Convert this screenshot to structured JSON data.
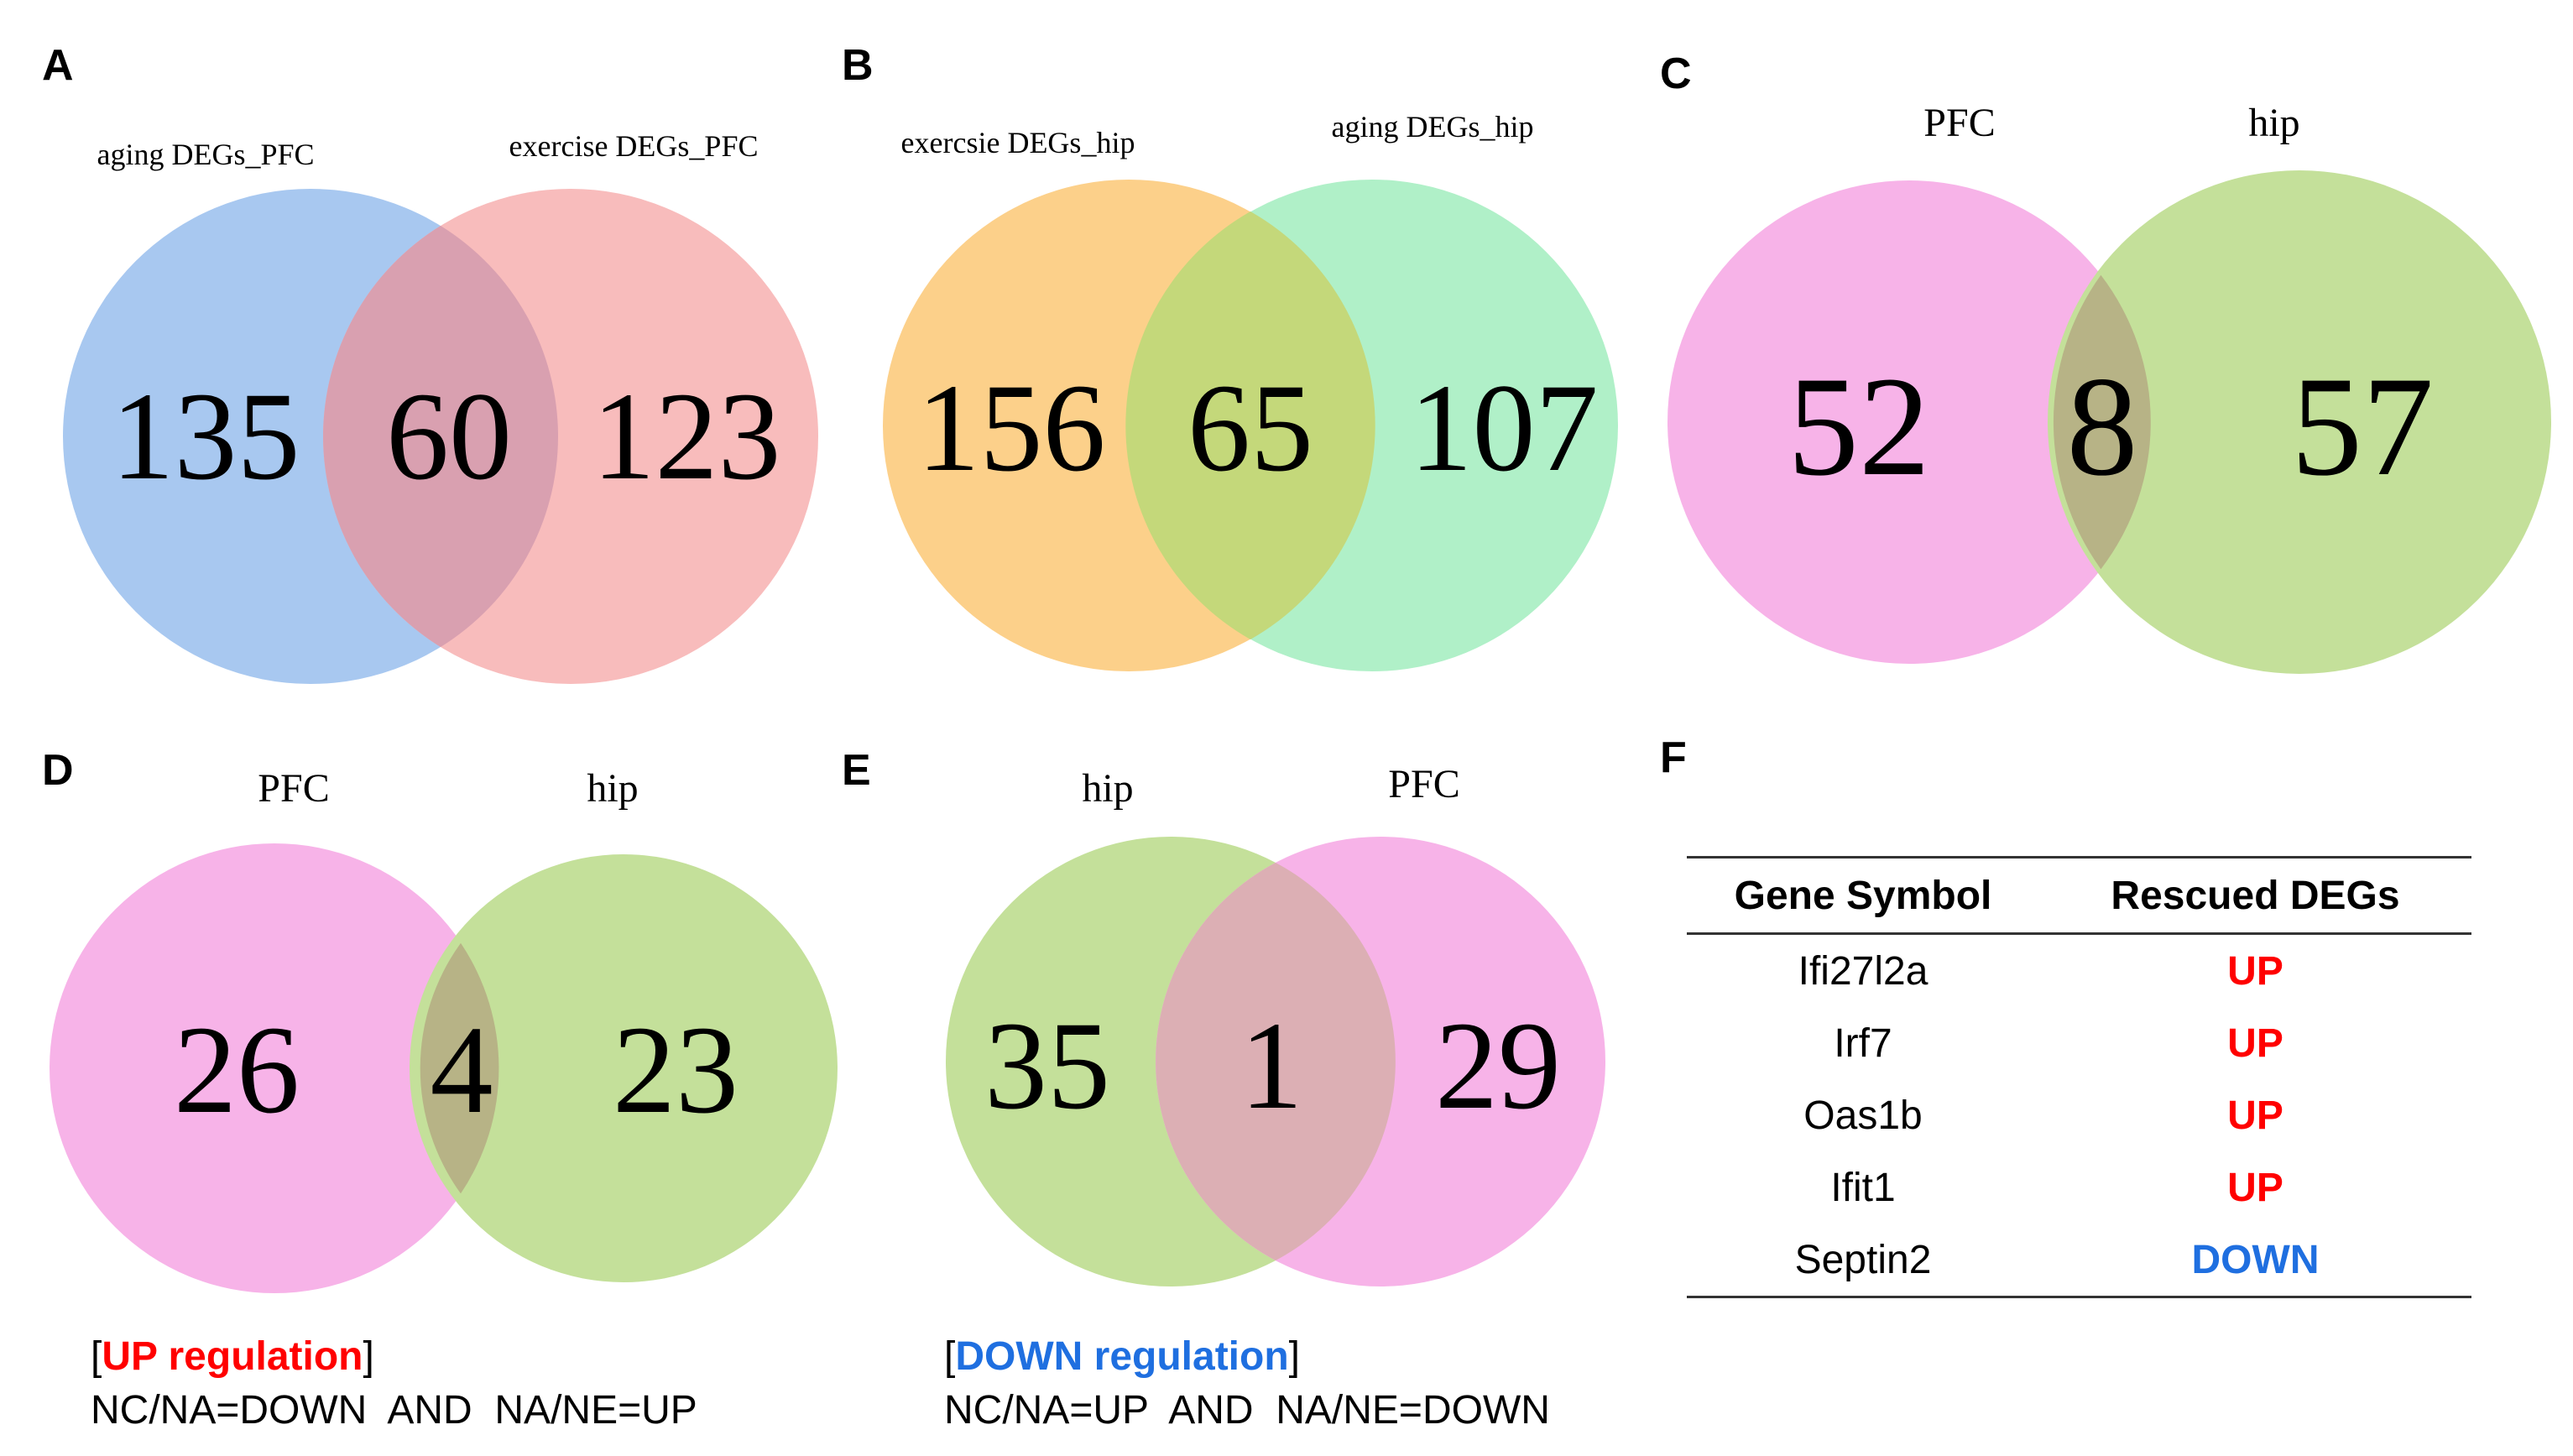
{
  "panels": {
    "A": {
      "letter": "A",
      "left_label": "aging DEGs_PFC",
      "right_label": "exercise DEGs_PFC",
      "left_only": "135",
      "overlap": "60",
      "right_only": "123",
      "colors": {
        "left": "#a8c8f0",
        "right": "#f8bcbc",
        "overlap": "#d9a0b0"
      }
    },
    "B": {
      "letter": "B",
      "left_label": "exercsie DEGs_hip",
      "right_label": "aging DEGs_hip",
      "left_only": "156",
      "overlap": "65",
      "right_only": "107",
      "colors": {
        "left": "#fcd08a",
        "right": "#b0f0c8",
        "overlap": "#c4d87a"
      }
    },
    "C": {
      "letter": "C",
      "left_label": "PFC",
      "right_label": "hip",
      "left_only": "52",
      "overlap": "8",
      "right_only": "57",
      "colors": {
        "left": "#f7b3e8",
        "right": "#c4e09a",
        "overlap": "#b7b386"
      }
    },
    "D": {
      "letter": "D",
      "left_label": "PFC",
      "right_label": "hip",
      "left_only": "26",
      "overlap": "4",
      "right_only": "23",
      "colors": {
        "left": "#f7b3e8",
        "right": "#c4e09a",
        "overlap": "#b7b386"
      }
    },
    "E": {
      "letter": "E",
      "left_label": "hip",
      "right_label": "PFC",
      "left_only": "35",
      "overlap": "1",
      "right_only": "29",
      "colors": {
        "left": "#c4e09a",
        "right": "#f7b3e8",
        "overlap": "#dcafb4"
      }
    },
    "F": {
      "letter": "F"
    }
  },
  "legend_up": {
    "open": "[",
    "label": "UP regulation",
    "close": "]",
    "rule": "NC/NA=DOWN  AND  NA/NE=UP",
    "color": "#ff0000"
  },
  "legend_down": {
    "open": "[",
    "label": "DOWN regulation",
    "close": "]",
    "rule": "NC/NA=UP  AND  NA/NE=DOWN",
    "color": "#1f6fe0"
  },
  "table": {
    "headers": [
      "Gene Symbol",
      "Rescued DEGs"
    ],
    "rows": [
      {
        "gene": "Ifi27l2a",
        "status": "UP"
      },
      {
        "gene": "Irf7",
        "status": "UP"
      },
      {
        "gene": "Oas1b",
        "status": "UP"
      },
      {
        "gene": "Ifit1",
        "status": "UP"
      },
      {
        "gene": "Septin2",
        "status": "DOWN"
      }
    ]
  }
}
